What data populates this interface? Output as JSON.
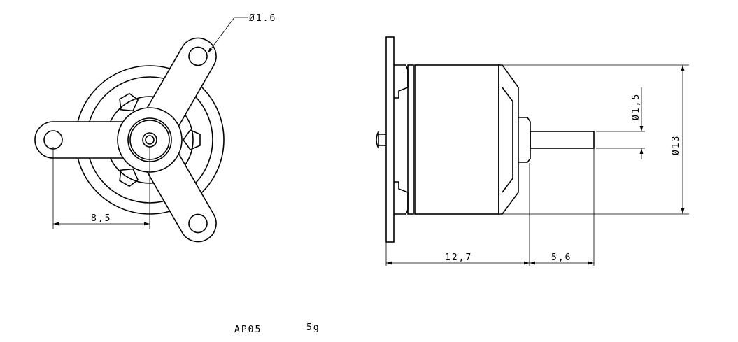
{
  "drawing": {
    "front_view": {
      "hole_dim": "Ø1.6",
      "mount_radius_dim": "8,5"
    },
    "side_view": {
      "shaft_dia_dim": "Ø1,5",
      "body_dia_dim": "Ø13",
      "body_length_dim": "12,7",
      "shaft_length_dim": "5,6"
    },
    "model": "AP05",
    "weight": "5g"
  }
}
